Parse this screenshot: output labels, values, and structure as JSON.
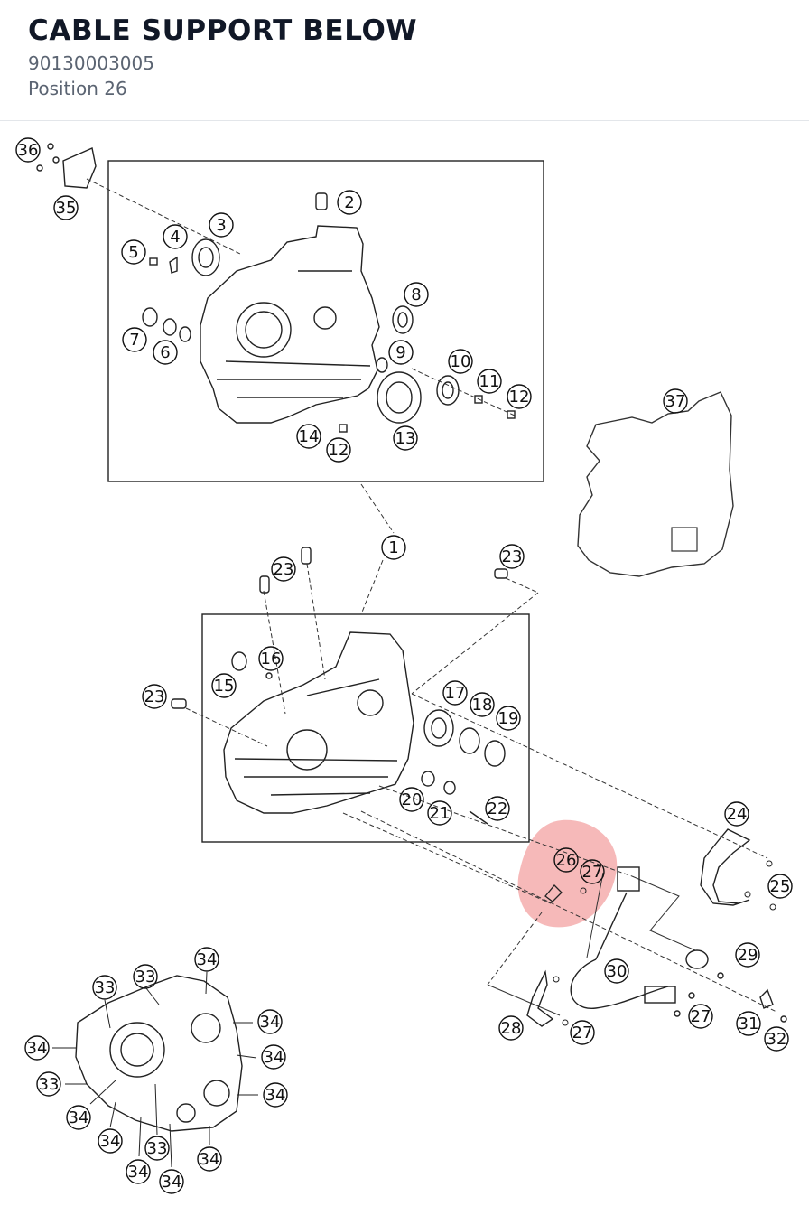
{
  "header": {
    "title": "CABLE SUPPORT BELOW",
    "part_number": "90130003005",
    "position": "Position 26"
  },
  "highlight": {
    "position": "26",
    "color": "#f08a8a"
  },
  "callouts": [
    "36",
    "35",
    "2",
    "3",
    "4",
    "5",
    "8",
    "7",
    "6",
    "9",
    "10",
    "11",
    "12",
    "14",
    "12",
    "13",
    "37",
    "1",
    "23",
    "23",
    "16",
    "15",
    "23",
    "17",
    "18",
    "19",
    "20",
    "21",
    "22",
    "24",
    "26",
    "27",
    "25",
    "29",
    "30",
    "27",
    "31",
    "32",
    "28",
    "27",
    "33",
    "33",
    "34",
    "34",
    "34",
    "34",
    "34",
    "34",
    "33",
    "34",
    "33",
    "34",
    "34",
    "34"
  ]
}
